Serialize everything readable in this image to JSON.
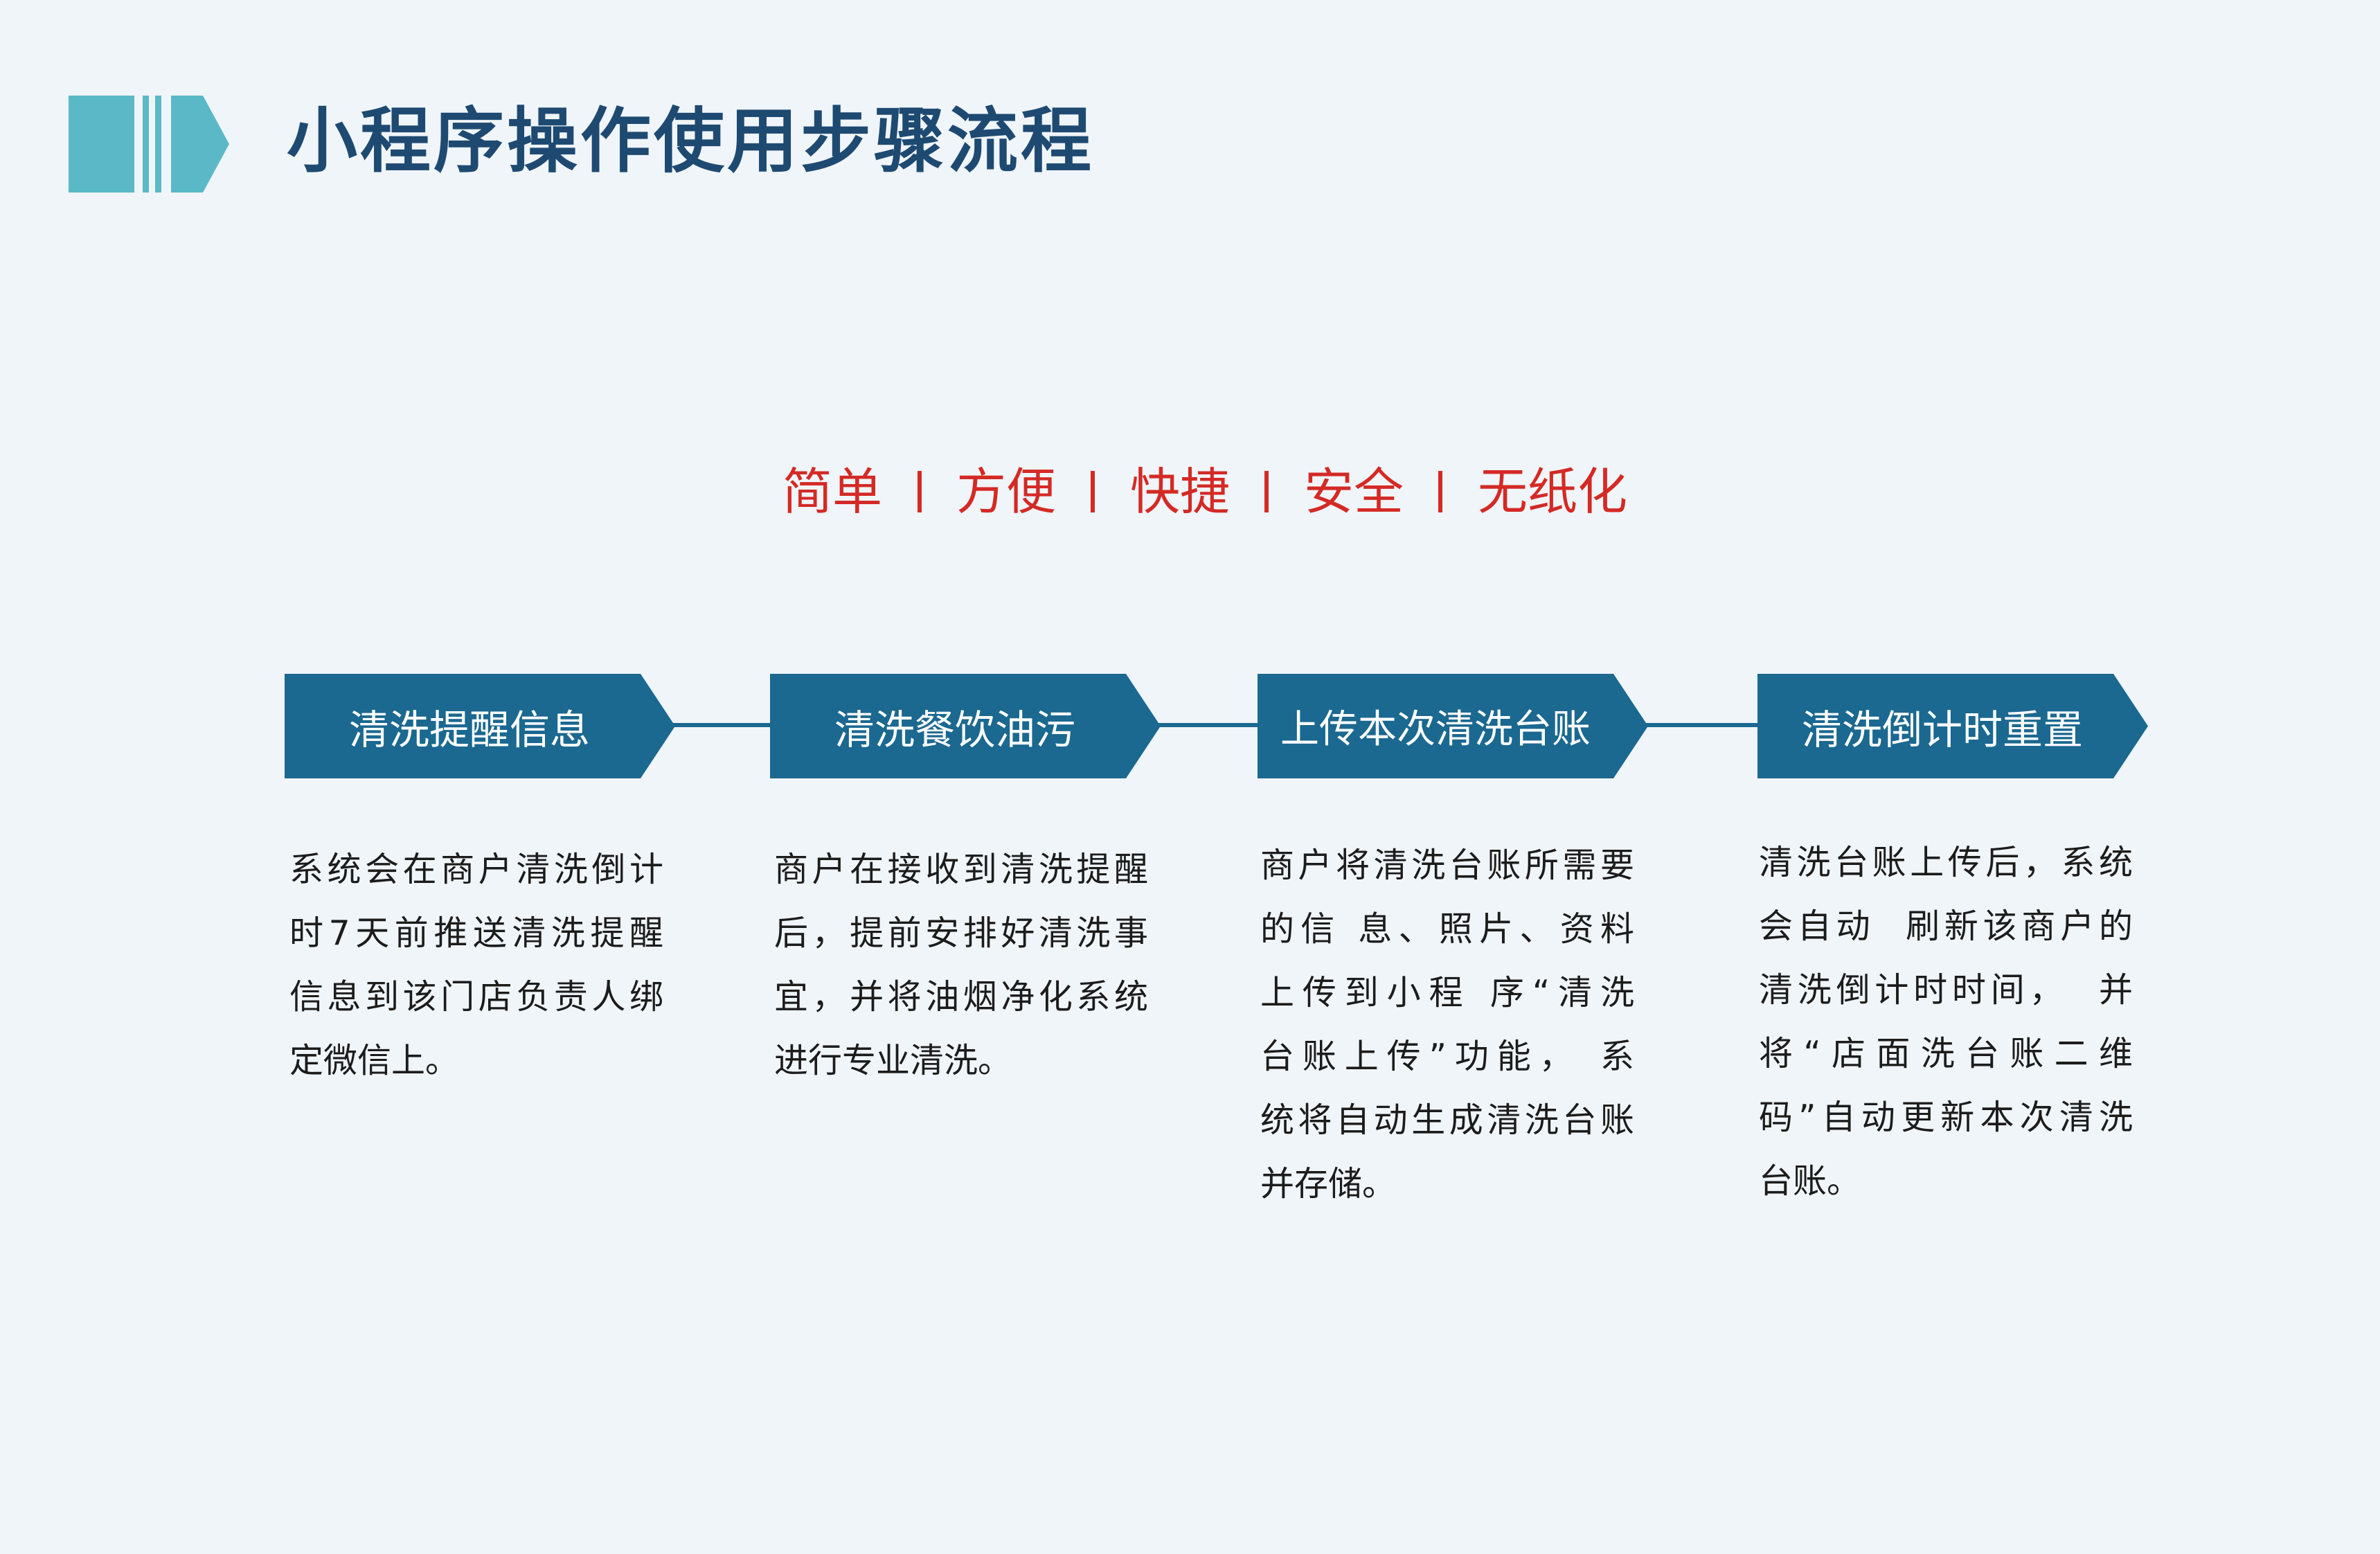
{
  "header": {
    "title": "小程序操作使用步骤流程",
    "icon": "chevron-bars-arrow-icon",
    "icon_color": "#5bb9c7",
    "title_color": "#1e4a72"
  },
  "slogan": {
    "items": [
      "简单",
      "方便",
      "快捷",
      "安全",
      "无纸化"
    ],
    "separator": "|",
    "color": "#d42a25"
  },
  "steps": [
    {
      "label": "清洗提醒信息",
      "lines": [
        "系统会在商户清洗倒计",
        "时7天前推送清洗提醒",
        "信息到该门店负责人绑",
        "定微信上。"
      ]
    },
    {
      "label": "清洗餐饮油污",
      "lines": [
        "商户在接收到清洗提醒",
        "后，提前安排好清洗事",
        "宜，并将油烟净化系统",
        "进行专业清洗。"
      ]
    },
    {
      "label": "上传本次清洗台账",
      "lines": [
        "商户将清洗台账所需要",
        "的信 息、照片、资料",
        "上传到小程 序“清洗",
        "台账上传”功能， 系",
        "统将自动生成清洗台账",
        "并存储。"
      ]
    },
    {
      "label": "清洗倒计时重置",
      "lines": [
        "清洗台账上传后，系统",
        "会自动  刷新该商户的",
        "清洗倒计时时间，  并",
        "将“店面洗台账二维",
        "码”自动更新本次清洗",
        "台账。"
      ]
    }
  ],
  "colors": {
    "background": "#f0f5f9",
    "step_fill": "#1b6890",
    "step_text": "#ffffff",
    "body_text": "#1c1c1c"
  }
}
